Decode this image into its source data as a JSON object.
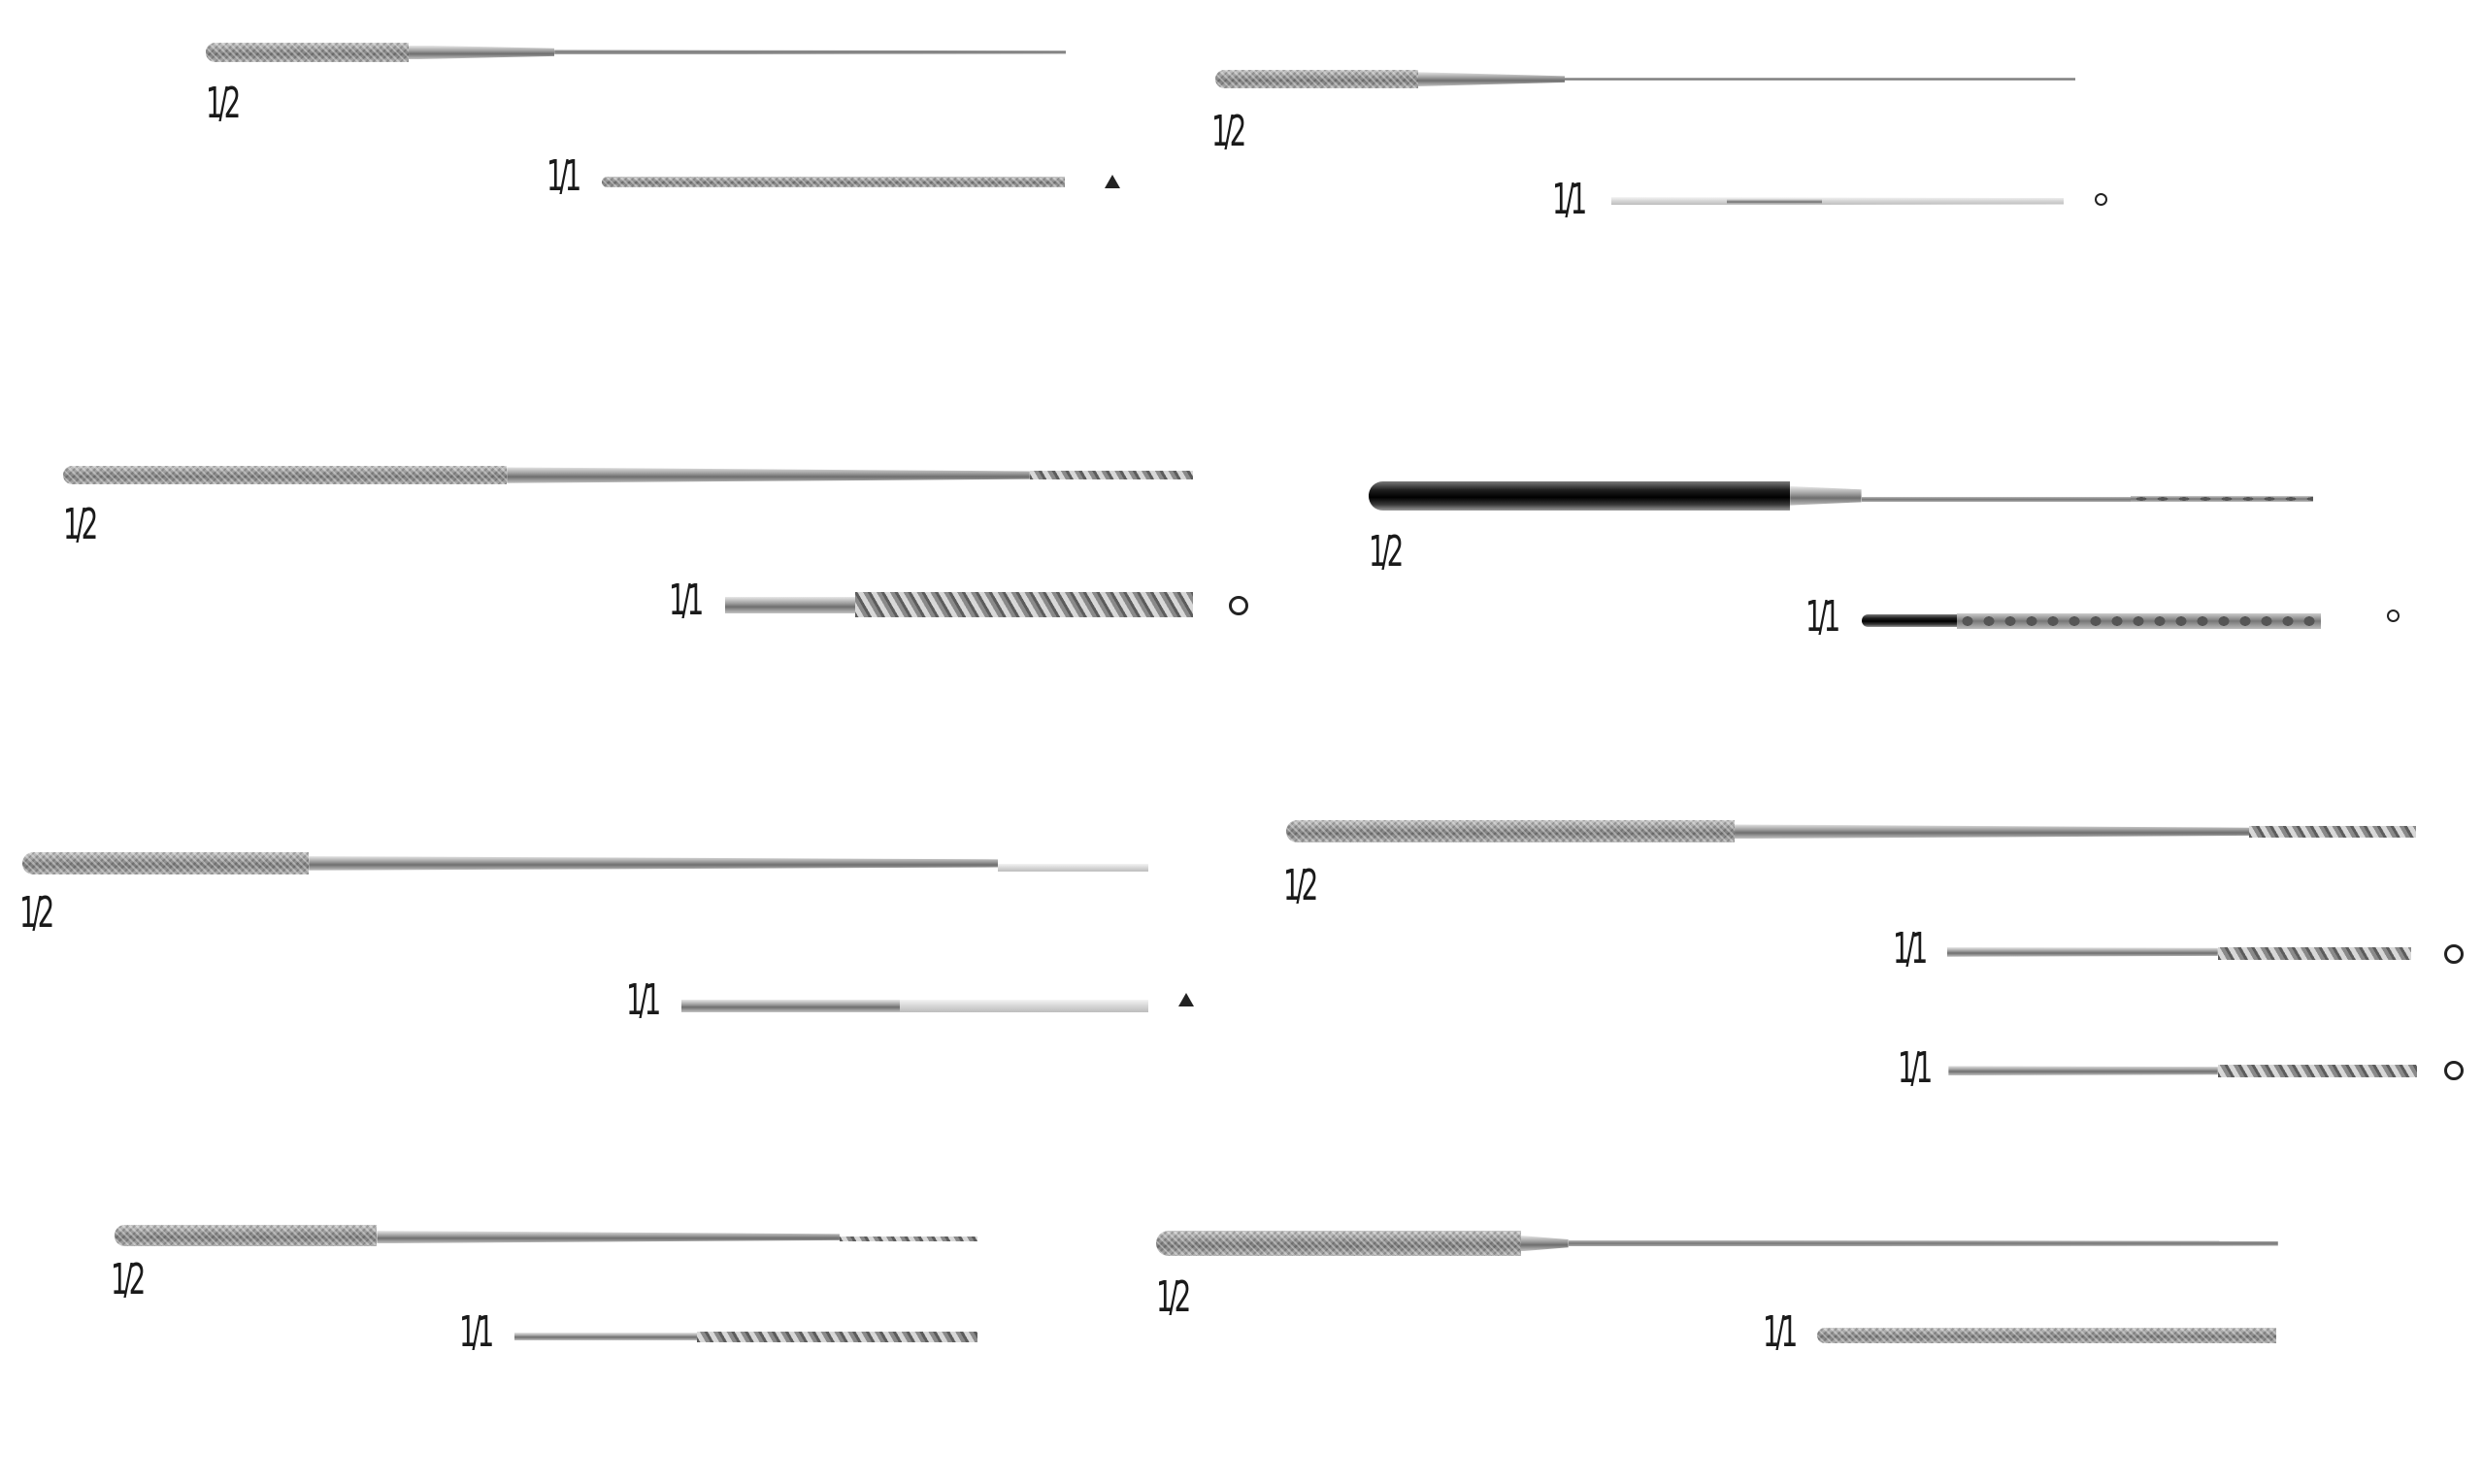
{
  "instruments": [
    {
      "name": "instrument-1",
      "half_label": "1/2",
      "full_label": "1/1",
      "markers": [
        "triangle"
      ]
    },
    {
      "name": "instrument-2",
      "half_label": "1/2",
      "full_label": "1/1",
      "markers": [
        "circle-small"
      ]
    },
    {
      "name": "instrument-3",
      "half_label": "1/2",
      "full_label": "1/1",
      "markers": [
        "circle"
      ]
    },
    {
      "name": "instrument-4",
      "half_label": "1/2",
      "full_label": "1/1",
      "markers": [
        "circle-small"
      ]
    },
    {
      "name": "instrument-5",
      "half_label": "1/2",
      "full_label": "1/1",
      "markers": [
        "triangle"
      ]
    },
    {
      "name": "instrument-6",
      "half_label": "1/2",
      "full_label": "1/1",
      "full_label_2": "1/1",
      "markers": [
        "circle",
        "circle"
      ]
    },
    {
      "name": "instrument-7",
      "half_label": "1/2",
      "full_label": "1/1",
      "markers": []
    },
    {
      "name": "instrument-8",
      "half_label": "1/2",
      "full_label": "1/1",
      "markers": []
    }
  ]
}
